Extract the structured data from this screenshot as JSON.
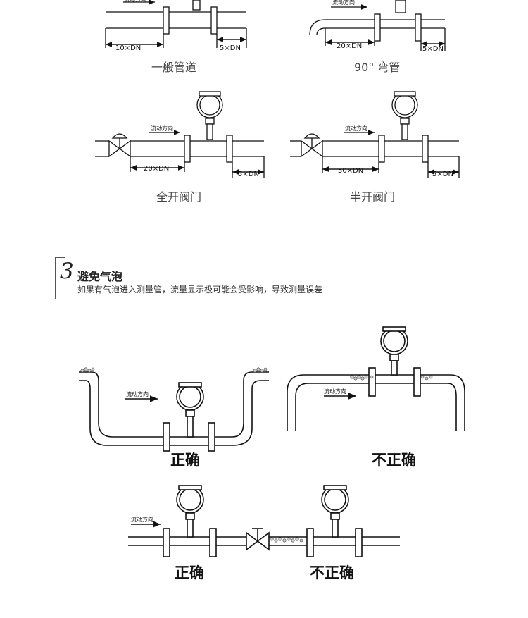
{
  "top_section": {
    "captions": {
      "general_pipe": "一般管道",
      "elbow_90": "90° 弯管",
      "full_open_valve": "全开阀门",
      "half_open_valve": "半开阀门"
    },
    "flow_direction": "流动方向",
    "dims": {
      "general_up": "10×DN",
      "general_down": "5×DN",
      "elbow_up": "20×DN",
      "elbow_down": "5×DN",
      "full_up": "20×DN",
      "full_down": "5×DN",
      "half_up": "50×DN",
      "half_down": "5×DN"
    }
  },
  "section3": {
    "number": "3",
    "title": "避免气泡",
    "description": "如果有气泡进入测量管，流量显示极可能会受影响，导致测量误差"
  },
  "bottom_section": {
    "flow_direction": "流动方向",
    "labels": {
      "u_correct": "正确",
      "hump_incorrect": "不正确",
      "straight_correct": "正确",
      "straight_incorrect": "不正确"
    }
  }
}
